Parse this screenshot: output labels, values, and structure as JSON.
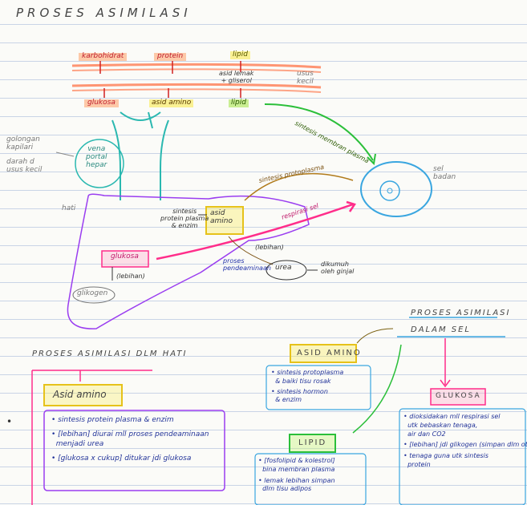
{
  "title": "PROSES ASIMILASI",
  "inputs": {
    "carb": "karbohidrat",
    "protein": "protein",
    "lipid": "lipid",
    "fat_split": "asid lemak\n+ gliserol",
    "intestine": "usus\nkecil"
  },
  "absorbed": {
    "glucose": "glukosa",
    "amino": "asid amino",
    "lipid": "lipid"
  },
  "left_notes": {
    "capillary": "golongan\nkapilari",
    "blood": "darah d\nusus kecil"
  },
  "vein": "vena\nportal\nhepar",
  "liver": "hati",
  "cell": "sel\nbadan",
  "labels": {
    "membrane": "sintesis membran plasma",
    "protoplasm": "sintesis protoplasma",
    "respiration": "respirasi sel",
    "plasma_protein": "sintesis\nprotein plasma\n& enzim",
    "amino_box": "asid\namino",
    "excess1": "(lebihan)",
    "deamination": "proses\npendeaminaan",
    "urea": "urea",
    "excreted": "dikumuh\noleh ginjal",
    "glucose_box": "glukosa",
    "excess2": "(lebihan)",
    "glycogen": "glikogen"
  },
  "hati_section": {
    "heading": "PROSES ASIMILASI DLM HATI",
    "box": "Asid amino",
    "bullet": "•",
    "items": [
      "• sintesis protein plasma & enzim",
      "• [lebihan] diurai mll proses pendeaminaan\n  menjadi urea",
      "• [glukosa x cukup] ditukar jdi glukosa"
    ]
  },
  "sel_section": {
    "heading": "PROSES ASIMILASI\nDALAM SEL",
    "amino": {
      "title": "ASID AMINO",
      "items": [
        "• sintesis protoplasma\n  & baiki tisu rosak",
        "• sintesis hormon\n  & enzim"
      ]
    },
    "glucose": {
      "title": "GLUKOSA",
      "items": [
        "• dioksidakan mll respirasi sel\n  utk bebaskan tenaga,\n  air dan CO2",
        "• [lebihan] jdi glikogen (simpan dlm otot)",
        "• tenaga guna utk sintesis\n  protein"
      ]
    },
    "lipid": {
      "title": "LIPID",
      "items": [
        "• [fosfolipid & kolestrol]\n  bina membran plasma",
        "• lemak lebihan simpan\n  dlm tisu adipos"
      ]
    }
  },
  "colors": {
    "orange": "#ff7a3d",
    "green": "#2bbf3a",
    "pink": "#ff2d8a",
    "purple": "#9a3df0",
    "blue": "#3aa6e0",
    "yellow": "#e6c21a"
  }
}
